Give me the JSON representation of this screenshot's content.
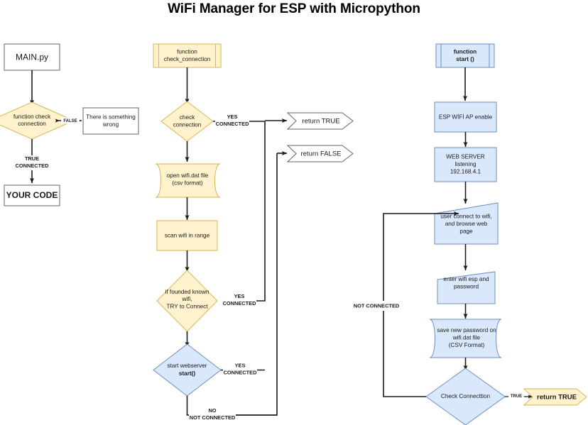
{
  "title": "WiFi Manager for ESP with Micropython",
  "colors": {
    "yellow_fill": "#fff2cc",
    "yellow_stroke": "#d6b656",
    "blue_fill": "#dae8fc",
    "blue_stroke": "#6c8ebf",
    "white_fill": "#ffffff",
    "white_stroke": "#666666",
    "line": "#1a1a1a"
  },
  "columns": {
    "left": {
      "name": "main-flow",
      "nodes": [
        {
          "id": "main-py",
          "shape": "process",
          "label": "MAIN.py",
          "style": "white"
        },
        {
          "id": "function-check-connection",
          "shape": "decision",
          "line1": "function check",
          "line2": "connection",
          "style": "yellow"
        },
        {
          "id": "there-is-something-wrong",
          "shape": "process",
          "line1": "There is something",
          "line2": "wrong",
          "style": "white"
        },
        {
          "id": "your-code",
          "shape": "process",
          "label": "YOUR CODE",
          "style": "white"
        }
      ],
      "edges": [
        {
          "id": "false-edge",
          "label": "FALSE"
        },
        {
          "id": "true-connected-edge",
          "line1": "TRUE",
          "line2": "CONNECTED"
        }
      ]
    },
    "middle": {
      "name": "check-connection-function",
      "nodes": [
        {
          "id": "function-check-connection-header",
          "shape": "predefined-process",
          "line1": "function",
          "line2": "check_connection",
          "style": "yellow"
        },
        {
          "id": "check-connection-decision",
          "shape": "decision",
          "line1": "check",
          "line2": "connection",
          "style": "yellow"
        },
        {
          "id": "open-wifi-dat-file",
          "shape": "stored-data",
          "line1": "open wifi.dat file",
          "line2": "(csv format)",
          "style": "yellow"
        },
        {
          "id": "scan-wifi-in-range",
          "shape": "process",
          "label": "scan wifi in range",
          "style": "yellow"
        },
        {
          "id": "if-founded-known-wifi",
          "shape": "decision",
          "line1": "if founded known",
          "line2": "wifi,",
          "line3": "TRY to Connect",
          "style": "yellow"
        },
        {
          "id": "start-webserver",
          "shape": "decision",
          "line1": "start webserver",
          "line2": "start()",
          "style": "blue"
        }
      ],
      "edges": [
        {
          "id": "check-connection-yes",
          "line1": "YES",
          "line2": "CONNECTED"
        },
        {
          "id": "founded-wifi-yes",
          "line1": "YES",
          "line2": "CONNECTED"
        },
        {
          "id": "webserver-yes",
          "line1": "YES",
          "line2": "CONNECTED"
        },
        {
          "id": "webserver-no",
          "line1": "NO",
          "line2": "NOT CONNECTED"
        }
      ],
      "terminals": [
        {
          "id": "return-true",
          "label": "return TRUE",
          "style": "white"
        },
        {
          "id": "return-false",
          "label": "return FALSE",
          "style": "white"
        }
      ]
    },
    "right": {
      "name": "start-function",
      "nodes": [
        {
          "id": "function-start",
          "shape": "predefined-process",
          "line1": "function",
          "line2": "start ()",
          "style": "blue"
        },
        {
          "id": "esp-wifi-ap-enable",
          "shape": "process",
          "label": "ESP WİFİ AP enable",
          "style": "blue"
        },
        {
          "id": "web-server-listening",
          "shape": "process",
          "line1": "WEB SERVER",
          "line2": "listening",
          "line3": "192.168.4.1",
          "style": "blue"
        },
        {
          "id": "user-connect-to-wifi",
          "shape": "manual-operation",
          "line1": "user connect to wifi,",
          "line2": "and browse web",
          "line3": "page",
          "style": "blue"
        },
        {
          "id": "enter-wifi-esp-and-password",
          "shape": "manual-operation",
          "line1": "enter wifi esp and",
          "line2": "password",
          "style": "blue"
        },
        {
          "id": "save-new-password",
          "shape": "stored-data",
          "line1": "save new password on",
          "line2": "wifi.dat file",
          "line3": "(CSV Format)",
          "style": "blue"
        },
        {
          "id": "check-connection-right",
          "shape": "decision",
          "label": "Check Connecttion",
          "style": "blue"
        }
      ],
      "edges": [
        {
          "id": "not-connected-loop",
          "label": "NOT CONNECTED"
        },
        {
          "id": "check-connection-true",
          "label": "TRUE"
        }
      ],
      "terminals": [
        {
          "id": "return-true-right",
          "label": "return TRUE",
          "style": "yellow"
        }
      ]
    }
  }
}
